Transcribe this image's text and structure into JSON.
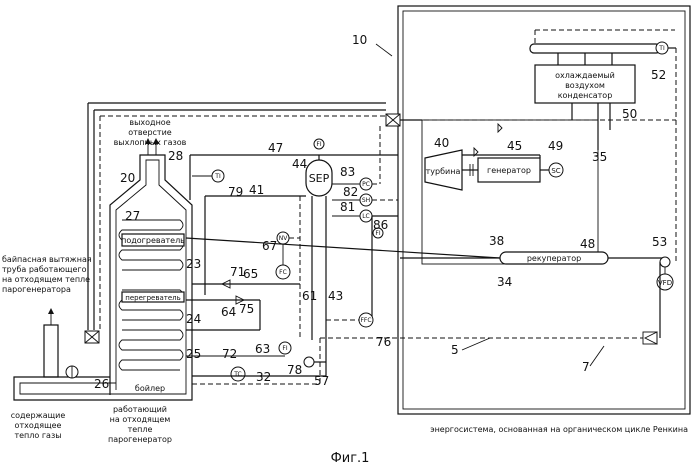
{
  "figure": {
    "caption": "Фиг.1",
    "system_caption": "энергосистема, основанная на органическом цикле Ренкина"
  },
  "components": {
    "condenser": [
      "охлаждаемый",
      "воздухом",
      "конденсатор"
    ],
    "turbine": "турбина",
    "generator": "генератор",
    "recuperator": "рекуператор",
    "separator": "SEP",
    "preheater": "подогреватель",
    "superheater": "перегреватель",
    "boiler": "бойлер",
    "exhaust_outlet": [
      "выходное",
      "отверстие",
      "выхлопных газов"
    ],
    "bypass_stack": [
      "байпасная вытяжная",
      "труба работающего",
      "на отходящем тепле",
      "парогенератора"
    ],
    "hot_gases": [
      "содержащие",
      "отходящее",
      "тепло газы"
    ],
    "hrsg": [
      "работающий",
      "на отходящем",
      "тепле",
      "парогенератор"
    ]
  },
  "instruments": {
    "fi_top": "FI",
    "pc": "PC",
    "sh": "SH",
    "lc": "LC",
    "fi_mid": "FI",
    "nv": "NV",
    "fc": "FC",
    "ffc": "FFC",
    "fi_low": "FI",
    "tc": "TC",
    "ti_left": "TI",
    "ti_right": "TI",
    "sc": "SC",
    "vfd": "VFD"
  },
  "numbers": {
    "n10": "10",
    "n52": "52",
    "n50": "50",
    "n35": "35",
    "n40": "40",
    "n45": "45",
    "n49": "49",
    "n47": "47",
    "n44": "44",
    "n83": "83",
    "n82": "82",
    "n81": "81",
    "n86": "86",
    "n41": "41",
    "n38": "38",
    "n48": "48",
    "n53": "53",
    "n34": "34",
    "n28": "28",
    "n20": "20",
    "n27": "27",
    "n79": "79",
    "n23": "23",
    "n24": "24",
    "n25": "25",
    "n26": "26",
    "n67": "67",
    "n71": "71",
    "n65": "65",
    "n64": "64",
    "n75": "75",
    "n61": "61",
    "n43": "43",
    "n63": "63",
    "n72": "72",
    "n78": "78",
    "n57": "57",
    "n32": "32",
    "n76": "76",
    "n5": "5",
    "n7": "7"
  }
}
